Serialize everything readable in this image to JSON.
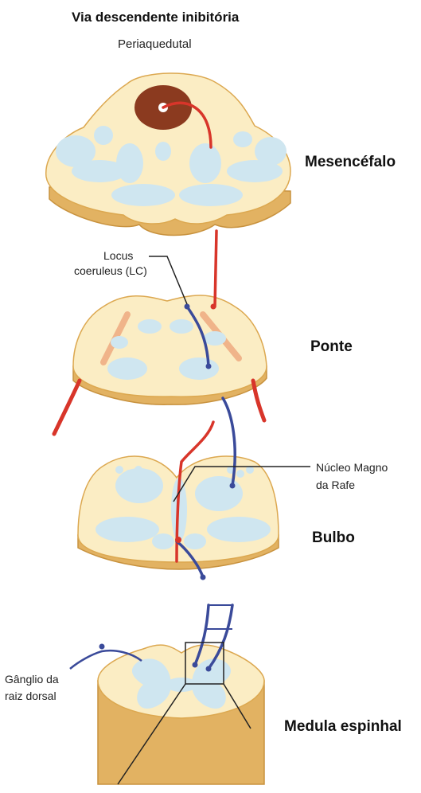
{
  "title": "Via descendente inibitória",
  "labels": {
    "periaqueductal": "Periaquedutal",
    "mesencefalo": "Mesencéfalo",
    "locus_line1": "Locus",
    "locus_line2": "coeruleus (LC)",
    "ponte": "Ponte",
    "nucleo_line1": "Núcleo Magno",
    "nucleo_line2": "da Rafe",
    "bulbo": "Bulbo",
    "ganglio_line1": "Gânglio da",
    "ganglio_line2": "raiz dorsal",
    "medula": "Medula espinhal"
  },
  "colors": {
    "tissue": "#fbedc4",
    "tissue_edge": "#dca850",
    "gray_matter": "#cfe6f0",
    "periaqueductal": "#8b3a1f",
    "red_pathway": "#d8352a",
    "blue_pathway": "#3a4a9a"
  }
}
